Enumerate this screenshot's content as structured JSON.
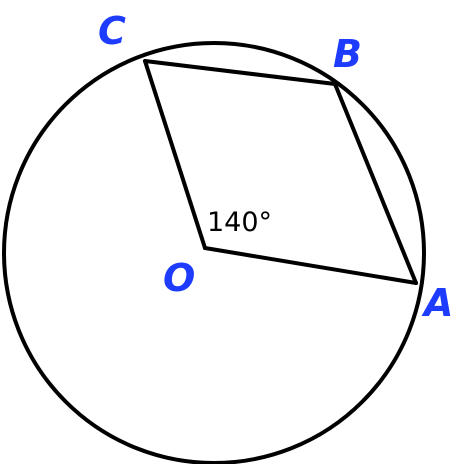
{
  "colors": {
    "stroke": "#000000",
    "point_label": "#1e3cff",
    "angle_label": "#000000",
    "background": "#ffffff"
  },
  "labels": {
    "point_c": "C",
    "point_b": "B",
    "point_a": "A",
    "point_o": "O",
    "angle_value": "140°"
  }
}
